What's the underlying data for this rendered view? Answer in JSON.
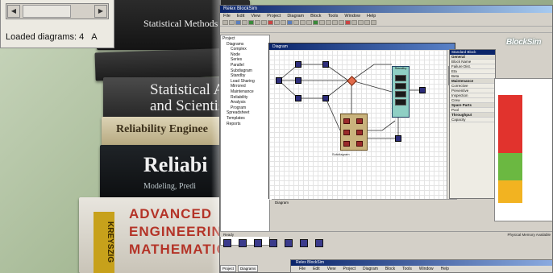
{
  "status_fragment": {
    "loaded_text": "Loaded diagrams: 4",
    "extra_text": "A"
  },
  "books": {
    "b1": "Statistical Methods",
    "b3_line1": "Statistical An",
    "b3_line2": "and Scientists",
    "b4": "Reliability Enginee",
    "b5_title": "Reliabi",
    "b5_sub": "Modeling, Predi",
    "b6_line1": "ADVANCED",
    "b6_line2": "ENGINEERING",
    "b6_line3": "MATHEMATICS",
    "b6_author": "KREYSZIG"
  },
  "app": {
    "title": "Relex BlockSim",
    "menu": [
      "File",
      "Edit",
      "View",
      "Project",
      "Diagram",
      "Block",
      "Tools",
      "Window",
      "Help"
    ],
    "logo": "BlockSim",
    "diagram_window_title": "Diagram",
    "group_label": "Subdiagram",
    "panel_label": "Standby",
    "tree": [
      {
        "label": "Project",
        "level": 0
      },
      {
        "label": "Diagrams",
        "level": 1
      },
      {
        "label": "Complex",
        "level": 2
      },
      {
        "label": "Node",
        "level": 2
      },
      {
        "label": "Series",
        "level": 2
      },
      {
        "label": "Parallel",
        "level": 2
      },
      {
        "label": "Subdiagram",
        "level": 2
      },
      {
        "label": "Standby",
        "level": 2
      },
      {
        "label": "Load Sharing",
        "level": 2
      },
      {
        "label": "Mirrored",
        "level": 2
      },
      {
        "label": "Maintenance",
        "level": 2
      },
      {
        "label": "Reliability",
        "level": 2
      },
      {
        "label": "Analysis",
        "level": 2
      },
      {
        "label": "Program",
        "level": 2
      },
      {
        "label": "Spreadsheet",
        "level": 1
      },
      {
        "label": "Templates",
        "level": 1
      },
      {
        "label": "Reports",
        "level": 1
      }
    ],
    "properties": {
      "header": "Standard Block",
      "rows": [
        {
          "label": "General",
          "bold": true
        },
        {
          "label": "Block Name",
          "bold": false
        },
        {
          "label": "Failure Dist.",
          "bold": false
        },
        {
          "label": "Eta",
          "bold": false
        },
        {
          "label": "Beta",
          "bold": false
        },
        {
          "label": "Maintenance",
          "bold": true
        },
        {
          "label": "Corrective",
          "bold": false
        },
        {
          "label": "Preventive",
          "bold": false
        },
        {
          "label": "Inspection",
          "bold": false
        },
        {
          "label": "Crew",
          "bold": false
        },
        {
          "label": "Spare Parts",
          "bold": true
        },
        {
          "label": "Pool",
          "bold": false
        },
        {
          "label": "Throughput",
          "bold": true
        },
        {
          "label": "Capacity",
          "bold": false
        }
      ]
    },
    "bottom_tab": "Diagram",
    "statusbar_left": "Ready",
    "statusbar_right": "Physical Memory Available",
    "bottom_tabs2": [
      "Project",
      "Diagrams"
    ],
    "second_window": {
      "title": "Relex BlockSim",
      "menu": [
        "File",
        "Edit",
        "View",
        "Project",
        "Diagram",
        "Block",
        "Tools",
        "Window",
        "Help"
      ]
    }
  },
  "colors": {
    "red": "#e1332d",
    "green": "#6bb841",
    "yellow": "#f2b321",
    "node_blue": "#2d2d7a",
    "title_blue": "#0a246a"
  }
}
